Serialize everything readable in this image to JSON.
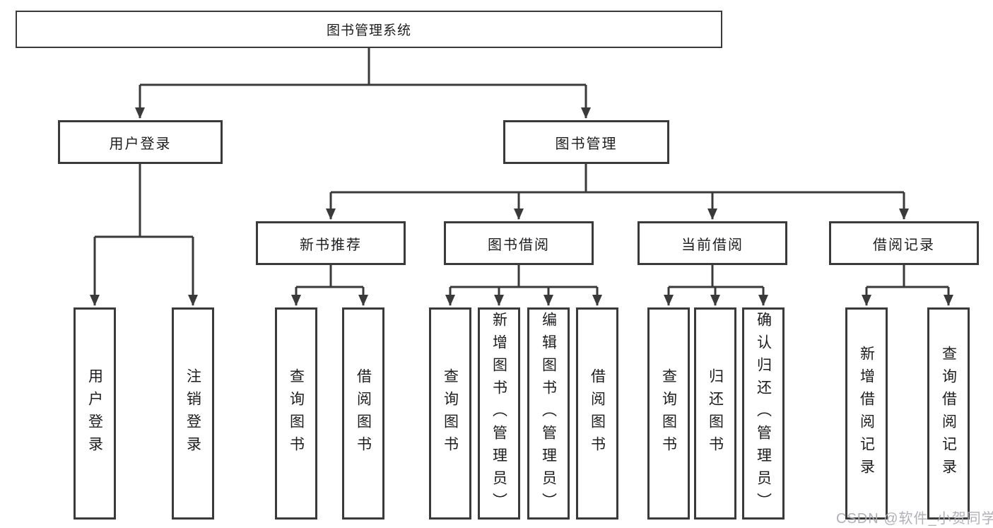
{
  "diagram": {
    "tree": {
      "label": "图书管理系统",
      "children": [
        {
          "label": "用户登录",
          "children": [
            {
              "label": "用户登录"
            },
            {
              "label": "注销登录"
            }
          ]
        },
        {
          "label": "图书管理",
          "children": [
            {
              "label": "新书推荐",
              "children": [
                {
                  "label": "查询图书"
                },
                {
                  "label": "借阅图书"
                }
              ]
            },
            {
              "label": "图书借阅",
              "children": [
                {
                  "label": "查询图书"
                },
                {
                  "label": "新增图书（管理员）"
                },
                {
                  "label": "编辑图书（管理员）"
                },
                {
                  "label": "借阅图书"
                }
              ]
            },
            {
              "label": "当前借阅",
              "children": [
                {
                  "label": "查询图书"
                },
                {
                  "label": "归还图书"
                },
                {
                  "label": "确认归还（管理员）"
                }
              ]
            },
            {
              "label": "借阅记录",
              "children": [
                {
                  "label": "新增借阅记录"
                },
                {
                  "label": "查询借阅记录"
                }
              ]
            }
          ]
        }
      ]
    },
    "watermark": "CSDN @软件_小贺同学",
    "colors": {
      "line": "#3a3a3a",
      "text": "#1d1d1f",
      "background": "#ffffff",
      "watermark": "#acacb2"
    }
  }
}
